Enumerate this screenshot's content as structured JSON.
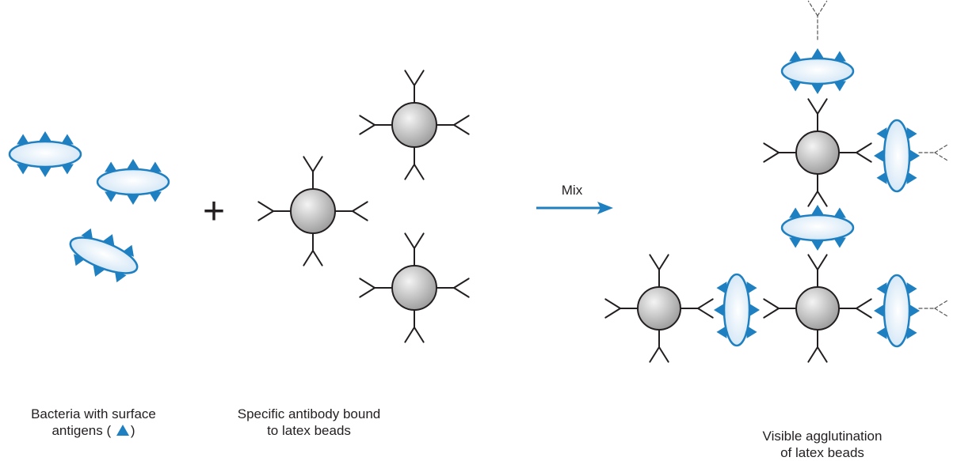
{
  "colors": {
    "antigen": "#1e7fc1",
    "bacterium_outline": "#1e7fc1",
    "bacterium_fill": "#e9f3fb",
    "bead_fill_light": "#f4f4f4",
    "bead_fill_dark": "#9a9a9a",
    "line": "#231f20",
    "arrow": "#1e7fc1"
  },
  "operator": "+",
  "arrow_label": "Mix",
  "captions": {
    "bacteria_line1": "Bacteria with surface",
    "bacteria_line2_pre": "antigens (",
    "bacteria_line2_post": ")",
    "beads_line1": "Specific antibody bound",
    "beads_line2": "to latex beads",
    "agglutination_line1": "Visible agglutination",
    "agglutination_line2": "of latex beads"
  },
  "icons": {
    "bacterium": "bacterium-icon",
    "latex_bead": "latex-bead-icon",
    "antibody": "antibody-y-icon",
    "antigen": "antigen-triangle-icon"
  }
}
